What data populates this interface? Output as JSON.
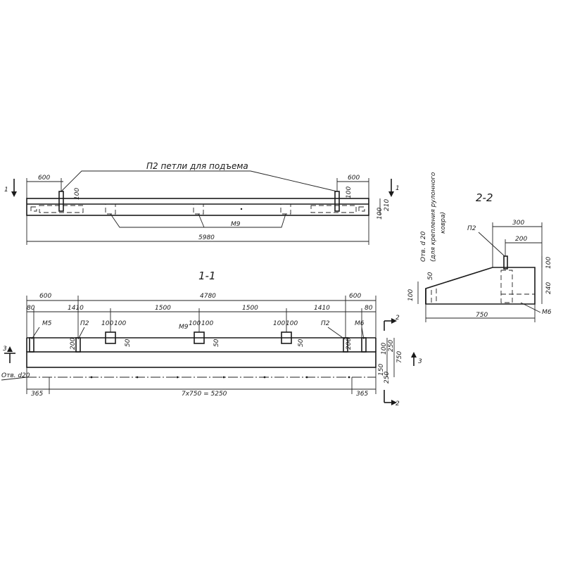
{
  "top_view": {
    "note": "П2 петли для подъема",
    "section_mark": "1",
    "dims": {
      "left_600": "600",
      "right_600": "600",
      "loop_100_left": "100",
      "loop_100_right": "100",
      "height_210": "210",
      "height_100": "100",
      "total": "5980"
    },
    "embedded_label": "М9"
  },
  "section_1_1": {
    "title": "1-1",
    "dims": {
      "d600_left": "600",
      "d4780": "4780",
      "d600_right": "600",
      "d80_left": "80",
      "d1410_left": "1410",
      "d1500_a": "1500",
      "d1500_b": "1500",
      "d1410_right": "1410",
      "d80_right": "80",
      "d100_a1": "100",
      "d100_a2": "100",
      "d100_b1": "100",
      "d100_b2": "100",
      "d100_c1": "100",
      "d100_c2": "100",
      "d200_left": "200",
      "d200_right": "200",
      "d50_a": "50",
      "d50_b": "50",
      "d50_c": "50",
      "d365_left": "365",
      "d_center": "7х750 = 5250",
      "d365_right": "365",
      "v_250": "250",
      "v_100": "100",
      "v_750": "750",
      "v_150": "150",
      "v_250b": "250"
    },
    "labels": {
      "m5": "М5",
      "p2_left": "П2",
      "m9": "М9",
      "p2_right": "П2",
      "m6": "М6",
      "opening": "Отв. d20"
    },
    "section_mark_2": "2",
    "section_mark_3": "3"
  },
  "section_2_2": {
    "title": "2-2",
    "note_line1": "Отв. d 20",
    "note_line2": "(для крепления рулонного",
    "note_line3": "ковра)",
    "labels": {
      "p2": "П2",
      "m6": "М6"
    },
    "dims": {
      "d300": "300",
      "d200": "200",
      "d100_right": "100",
      "d240": "240",
      "d50": "50",
      "d100_left": "100",
      "d750": "750"
    }
  }
}
